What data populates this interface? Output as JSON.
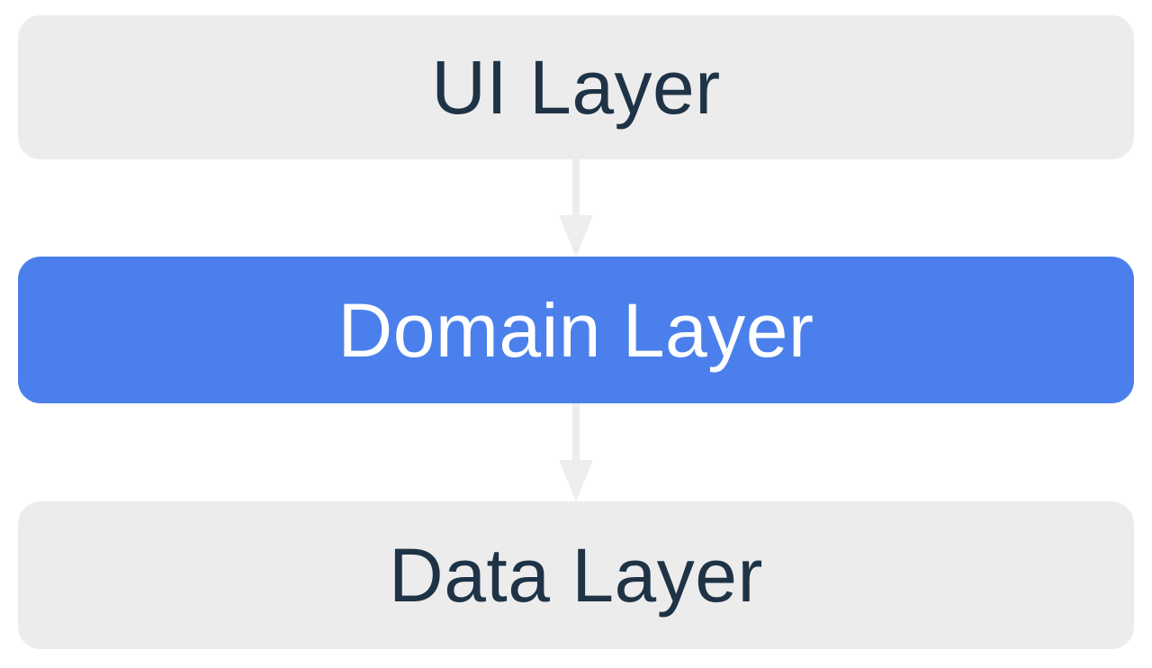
{
  "diagram": {
    "layers": [
      {
        "id": "ui",
        "label": "UI Layer",
        "highlighted": false
      },
      {
        "id": "domain",
        "label": "Domain Layer",
        "highlighted": true
      },
      {
        "id": "data",
        "label": "Data Layer",
        "highlighted": false
      }
    ],
    "arrows": [
      {
        "from": "ui",
        "to": "domain",
        "direction": "down",
        "icon": "down-arrow-icon"
      },
      {
        "from": "domain",
        "to": "data",
        "direction": "down",
        "icon": "down-arrow-icon"
      }
    ],
    "colors": {
      "box_gray": "#ececec",
      "box_blue": "#4b80ec",
      "text_dark": "#1f3346",
      "text_light": "#ffffff",
      "arrow_gray": "#ededed",
      "background": "#ffffff"
    }
  }
}
